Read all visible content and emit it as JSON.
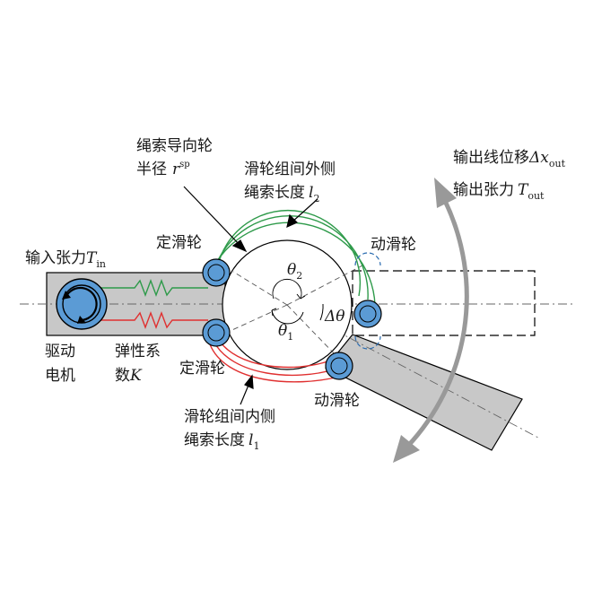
{
  "labels": {
    "input_tension": {
      "text": "输入张力",
      "symbol": "T",
      "sub": "in"
    },
    "motor_line1": "驱动",
    "motor_line2": "电机",
    "spring_line1": "弹性系",
    "spring_line2": "数",
    "spring_symbol": "K",
    "fixed_pulley_top": "定滑轮",
    "fixed_pulley_bottom": "定滑轮",
    "moving_pulley_top": "动滑轮",
    "moving_pulley_bottom": "动滑轮",
    "guide_line1": "绳索导向轮",
    "guide_line2": "半径",
    "guide_symbol": "r",
    "guide_sup": "sp",
    "outer_line1": "滑轮组间外侧",
    "outer_line2": "绳索长度",
    "outer_symbol": "l",
    "outer_sub": "2",
    "inner_line1": "滑轮组间内侧",
    "inner_line2": "绳索长度",
    "inner_symbol": "l",
    "inner_sub": "1",
    "output_disp": {
      "text": "输出线位移",
      "symbol": "Δx",
      "sub": "out"
    },
    "output_tension": {
      "text": "输出张力",
      "symbol": "T",
      "sub": "out"
    },
    "theta2": {
      "symbol": "θ",
      "sub": "2"
    },
    "theta1": {
      "symbol": "θ",
      "sub": "1"
    },
    "delta_theta": "Δθ"
  },
  "colors": {
    "link_fill": "#c8c8c8",
    "pulley_fill": "#5b9bd5",
    "outer_cable": "#2e9a4a",
    "inner_cable": "#e03030",
    "arrow_gray": "#999999",
    "outline": "#000000"
  }
}
